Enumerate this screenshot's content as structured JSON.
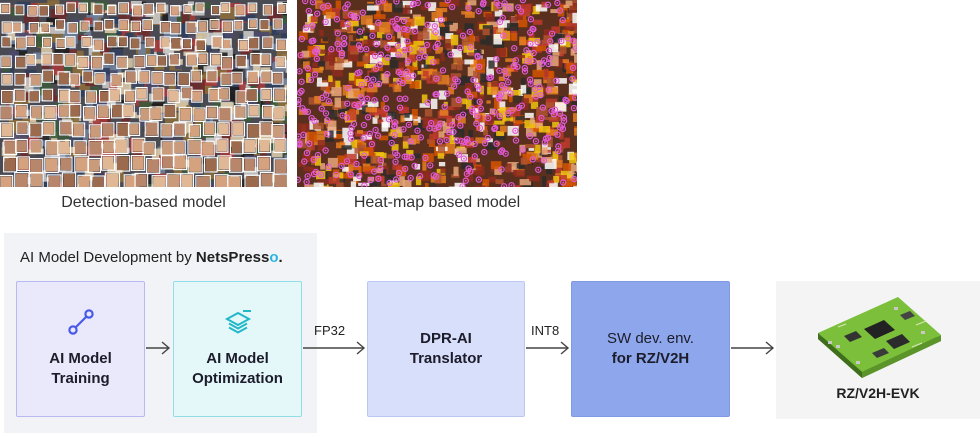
{
  "photos": {
    "detection_caption": "Detection-based model",
    "heatmap_caption": "Heat-map based model"
  },
  "dev_panel": {
    "title_prefix": "AI Model Development by ",
    "brand_main": "NetsPress",
    "brand_o": "o",
    "brand_dot": "."
  },
  "flow": {
    "training": {
      "line1": "AI Model",
      "line2": "Training",
      "icon": "node-link-icon"
    },
    "optimization": {
      "line1": "AI Model",
      "line2": "Optimization",
      "icon": "layers-icon"
    },
    "label_fp32": "FP32",
    "dpr": {
      "line1": "DPR-AI",
      "line2": "Translator"
    },
    "label_int8": "INT8",
    "sw": {
      "line1": "SW dev. env.",
      "line2": "for RZ/V2H"
    },
    "evk": {
      "label": "RZ/V2H-EVK",
      "icon": "circuit-board-icon"
    }
  },
  "colors": {
    "training_fill": "#e9e9fb",
    "optimization_fill": "#e4f8fa",
    "dpr_fill": "#d7dffa",
    "sw_fill": "#8ea7ec",
    "board_green": "#7bbf3a",
    "detection_box": "#ffffff",
    "heatmap_dot": "#e35ad8"
  }
}
